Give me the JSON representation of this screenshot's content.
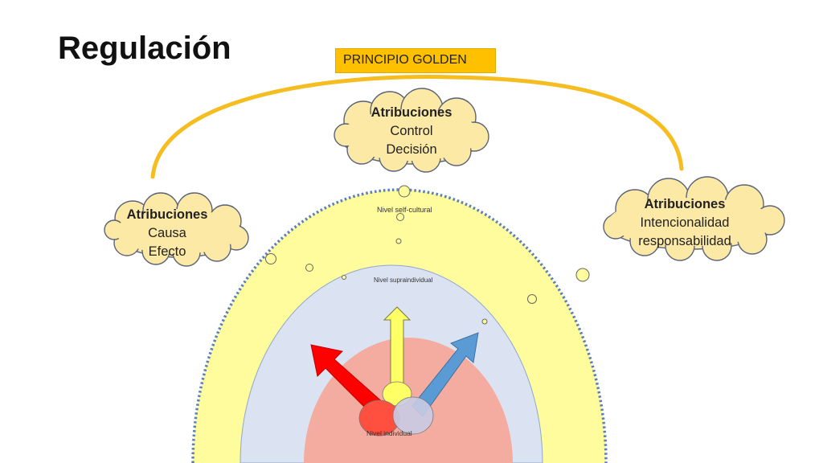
{
  "title": "Regulación",
  "principle_box": {
    "label": "PRINCIPIO GOLDEN",
    "color": "#ffc000"
  },
  "clouds": {
    "top": {
      "heading": "Atribuciones",
      "lines": [
        "Control",
        "Decisión"
      ]
    },
    "left": {
      "heading": "Atribuciones",
      "lines": [
        "Causa",
        "Efecto"
      ]
    },
    "right": {
      "heading": "Atribuciones",
      "lines": [
        "Intencionalidad",
        "responsabilidad"
      ]
    }
  },
  "levels": {
    "outer": {
      "label": "Nivel self-cultural",
      "color": "#fffc9e"
    },
    "middle": {
      "label": "Nivel supraindividual",
      "color": "#dbe3f3"
    },
    "inner": {
      "label": "Nivel individual",
      "color": "#f4aca0"
    }
  },
  "arrows": {
    "left": {
      "color": "#ff0000",
      "icon": "arrow-up-left-icon"
    },
    "center": {
      "color": "#ffff66",
      "icon": "arrow-up-icon"
    },
    "right": {
      "color": "#5b9bd5",
      "icon": "arrow-up-right-icon"
    }
  },
  "colors": {
    "golden_arc": "#f5bd1f",
    "cloud_fill": "#fde9a6",
    "cloud_stroke": "#5a6378",
    "dotted_border": "#5b7fbd"
  }
}
